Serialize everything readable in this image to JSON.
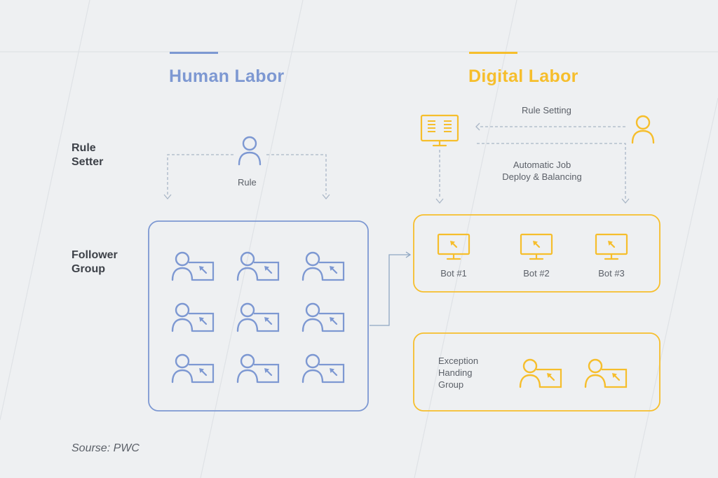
{
  "human": {
    "title": "Human Labor",
    "color": "#7d98d2"
  },
  "digital": {
    "title": "Digital Labor",
    "color": "#f6be2c"
  },
  "rows": {
    "rule_setter": [
      "Rule",
      "Setter"
    ],
    "follower_group": [
      "Follower",
      "Group"
    ]
  },
  "human_rule_label": "Rule",
  "digital_rule_setting_label": "Rule Setting",
  "automatic_job_label": [
    "Automatic Job",
    "Deploy & Balancing"
  ],
  "bots": [
    "Bot #1",
    "Bot #2",
    "Bot #3"
  ],
  "exception_group_label": [
    "Exception",
    "Handing",
    "Group"
  ],
  "source": "Sourse: PWC",
  "icons": {
    "person": "person-icon",
    "worker": "person-with-monitor-icon",
    "bot": "monitor-cursor-icon",
    "server": "server-display-icon"
  }
}
